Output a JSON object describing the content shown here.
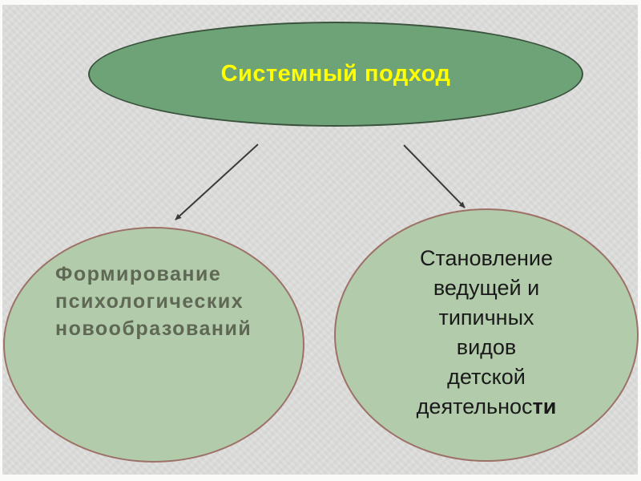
{
  "slide": {
    "background_color": "#dcdcdb",
    "frame_color": "#fafaf8",
    "arrow_color": "#3a3a3a",
    "title_ellipse": {
      "label": "Системный подход",
      "fill_color": "#6ea277",
      "border_color": "#3b533d",
      "text_color": "#ffff00"
    },
    "left_ellipse": {
      "fill_color": "#b2cbaa",
      "border_color": "#9d7168",
      "text_color": "#5f6855",
      "lines": [
        "Формирование",
        "психологических",
        "новообразований"
      ]
    },
    "right_ellipse": {
      "fill_color": "#b2cbaa",
      "border_color": "#9d7168",
      "text_color": "#1a1a1a",
      "lines": [
        "Становление",
        "ведущей и",
        "типичных",
        "видов",
        "детской"
      ],
      "last_line": {
        "regular": "деятельнос",
        "bold": "ти"
      }
    }
  }
}
